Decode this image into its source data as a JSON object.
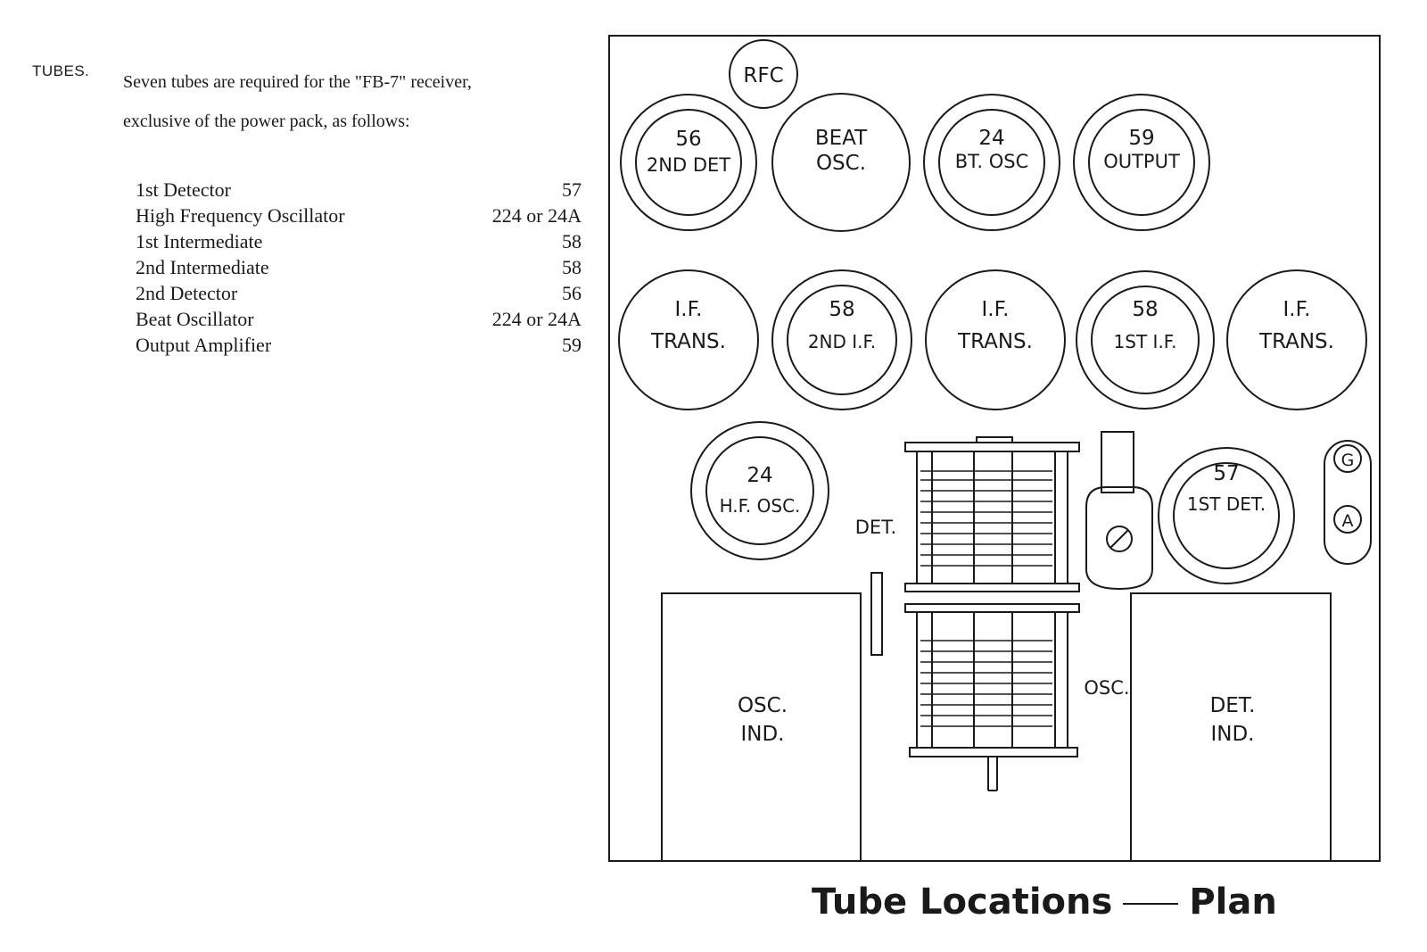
{
  "text": {
    "heading": "TUBES.",
    "intro_line1": "Seven tubes are required for the \"FB-7\" receiver,",
    "intro_line2": "exclusive of the power pack, as follows:",
    "tube_list": [
      {
        "function": "1st Detector",
        "tube": "57"
      },
      {
        "function": "High Frequency Oscillator",
        "tube": "224 or 24A"
      },
      {
        "function": "1st Intermediate",
        "tube": "58"
      },
      {
        "function": "2nd Intermediate",
        "tube": "58"
      },
      {
        "function": "2nd Detector",
        "tube": "56"
      },
      {
        "function": "Beat Oscillator",
        "tube": "224 or 24A"
      },
      {
        "function": "Output Amplifier",
        "tube": "59"
      }
    ]
  },
  "diagram": {
    "rfc": "RFC",
    "tube_56": {
      "number": "56",
      "label": "2ND DET"
    },
    "beat_osc": {
      "line1": "BEAT",
      "line2": "OSC."
    },
    "tube_24_bt": {
      "number": "24",
      "label": "BT. OSC"
    },
    "tube_59": {
      "number": "59",
      "label": "OUTPUT"
    },
    "if_trans": {
      "line1": "I.F.",
      "line2": "TRANS."
    },
    "tube_58_2nd": {
      "number": "58",
      "label": "2ND I.F."
    },
    "tube_58_1st": {
      "number": "58",
      "label": "1ST I.F."
    },
    "tube_24_hf": {
      "number": "24",
      "label": "H.F. OSC."
    },
    "tube_57": {
      "number": "57",
      "label": "1ST DET."
    },
    "terminal_g": "G",
    "terminal_a": "A",
    "det_label": "DET.",
    "osc_label": "OSC.",
    "osc_ind": {
      "line1": "OSC.",
      "line2": "IND."
    },
    "det_ind": {
      "line1": "DET.",
      "line2": "IND."
    }
  },
  "caption": {
    "left": "Tube Locations",
    "right": "Plan"
  }
}
